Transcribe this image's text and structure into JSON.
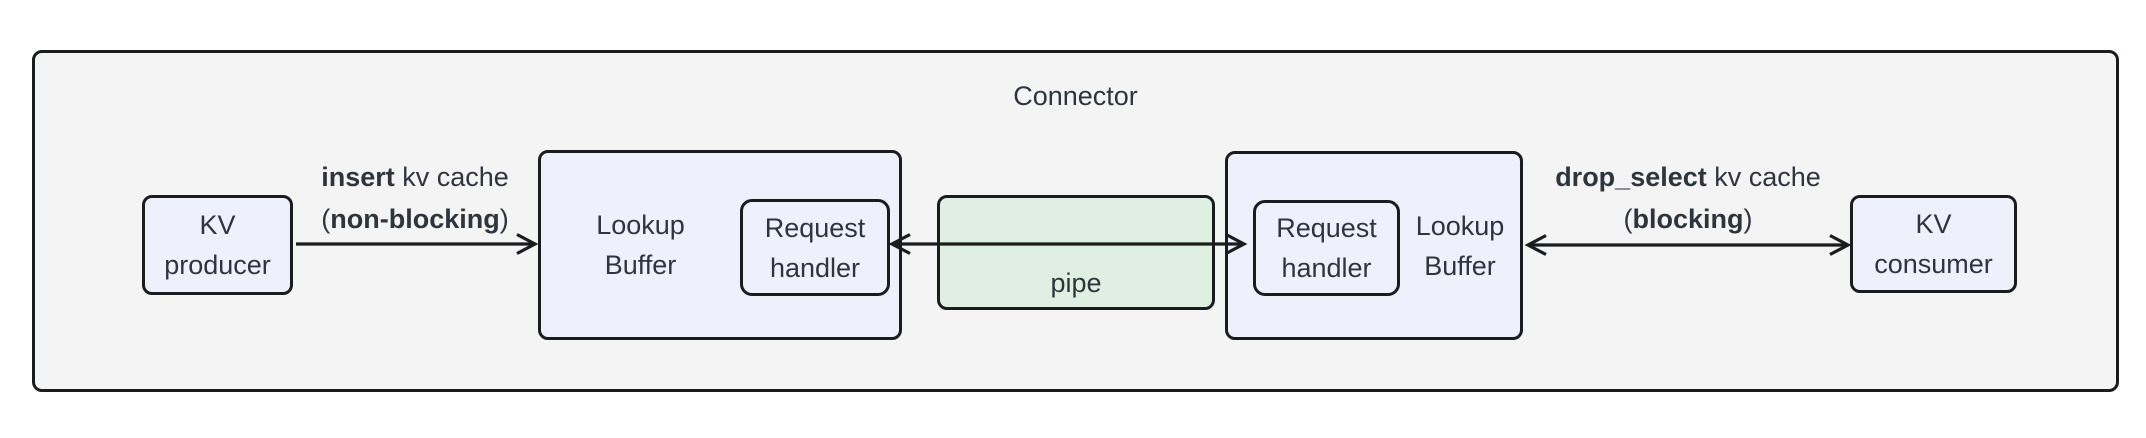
{
  "diagram": {
    "container_title": "Connector",
    "nodes": {
      "kv_producer": {
        "lines": [
          "KV",
          "producer"
        ]
      },
      "lookup_buffer_left": {
        "lines": [
          "Lookup",
          "Buffer"
        ]
      },
      "request_handler_left": {
        "lines": [
          "Request",
          "handler"
        ]
      },
      "pipe": {
        "label": "pipe"
      },
      "request_handler_right": {
        "lines": [
          "Request",
          "handler"
        ]
      },
      "lookup_buffer_right": {
        "lines": [
          "Lookup",
          "Buffer"
        ]
      },
      "kv_consumer": {
        "lines": [
          "KV",
          "consumer"
        ]
      }
    },
    "edges": {
      "insert": {
        "fn": "insert",
        "rest": " kv cache",
        "paren_open": "(",
        "mode": "non-blocking",
        "paren_close": ")"
      },
      "drop_select": {
        "fn": "drop_select",
        "rest": " kv cache",
        "paren_open": "(",
        "mode": "blocking",
        "paren_close": ")"
      }
    }
  },
  "colors": {
    "background": "#ffffff",
    "container_fill": "#f4f4f5",
    "node_fill": "#eef1fb",
    "pipe_fill": "#dff0e2",
    "border": "#1a1c1e",
    "text": "#2f353d"
  }
}
